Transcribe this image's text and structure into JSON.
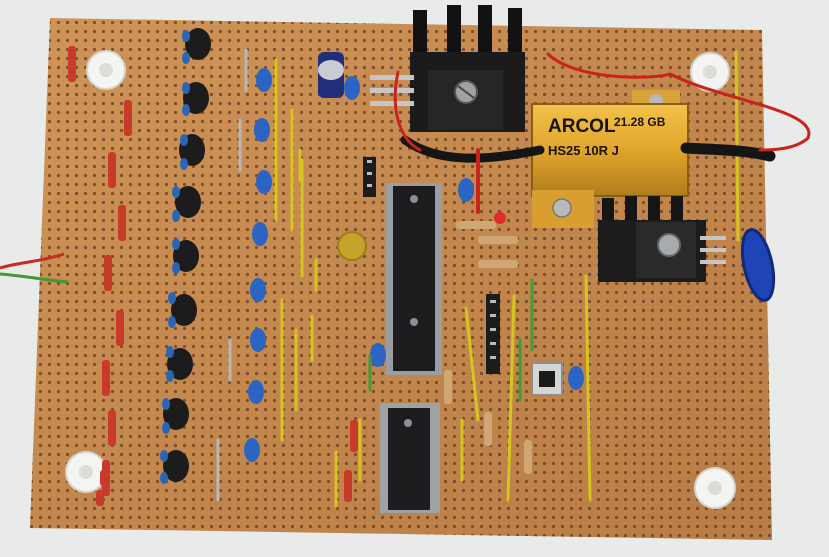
{
  "scene": {
    "board_color": "#c88a4f",
    "background_color": "#e9ebea"
  },
  "resistor": {
    "brand": "ARCOL",
    "value_line": "21.28 GB",
    "model_line": "HS25 10R J"
  }
}
